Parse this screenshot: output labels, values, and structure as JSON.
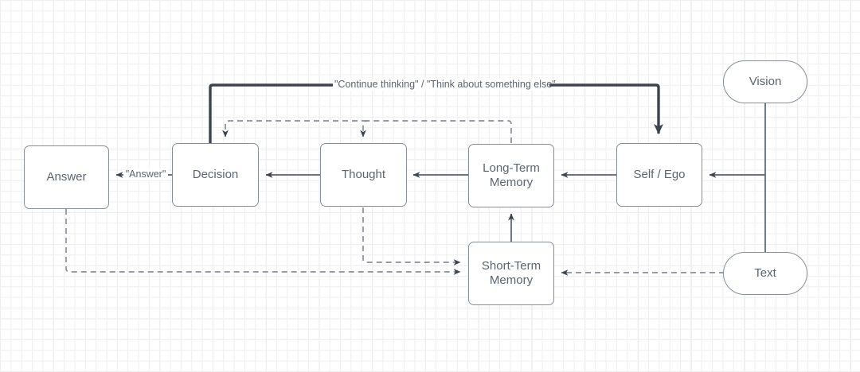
{
  "diagram": {
    "type": "flowchart",
    "background": "grid-canvas",
    "colors": {
      "node_border": "#868e9c",
      "node_fill": "#ffffff",
      "text": "#5c6470",
      "edge": "#6b7280",
      "edge_emphasis": "#3d4450",
      "grid_minor": "#efefef",
      "grid_major": "#e3e3e3"
    },
    "nodes": [
      {
        "id": "answer",
        "label": "Answer",
        "shape": "rounded-rect"
      },
      {
        "id": "decision",
        "label": "Decision",
        "shape": "rounded-rect"
      },
      {
        "id": "thought",
        "label": "Thought",
        "shape": "rounded-rect"
      },
      {
        "id": "ltm",
        "label": "Long-Term\nMemory",
        "shape": "rounded-rect"
      },
      {
        "id": "self",
        "label": "Self / Ego",
        "shape": "rounded-rect"
      },
      {
        "id": "stm",
        "label": "Short-Term\nMemory",
        "shape": "rounded-rect"
      },
      {
        "id": "vision",
        "label": "Vision",
        "shape": "pill"
      },
      {
        "id": "text",
        "label": "Text",
        "shape": "pill"
      }
    ],
    "edge_labels": {
      "continue_thinking": "\"Continue thinking\" / \"Think about something else\"",
      "answer": "\"Answer\""
    },
    "edges": [
      {
        "from": "decision",
        "to": "answer",
        "style": "solid",
        "label": "\"Answer\""
      },
      {
        "from": "thought",
        "to": "decision",
        "style": "solid",
        "label": ""
      },
      {
        "from": "ltm",
        "to": "thought",
        "style": "solid",
        "label": ""
      },
      {
        "from": "self",
        "to": "ltm",
        "style": "solid",
        "label": ""
      },
      {
        "from": "vision",
        "to": "self",
        "style": "solid",
        "label": ""
      },
      {
        "from": "text",
        "to": "self",
        "style": "solid",
        "label": ""
      },
      {
        "from": "decision",
        "to": "self",
        "style": "solid-emphasis",
        "label": "\"Continue thinking\" / \"Think about something else\""
      },
      {
        "from": "ltm",
        "to": "thought",
        "style": "dashed",
        "label": ""
      },
      {
        "from": "ltm",
        "to": "decision",
        "style": "dashed",
        "label": ""
      },
      {
        "from": "answer",
        "to": "stm",
        "style": "dashed",
        "label": ""
      },
      {
        "from": "thought",
        "to": "stm",
        "style": "dashed",
        "label": ""
      },
      {
        "from": "text",
        "to": "stm",
        "style": "dashed",
        "label": ""
      },
      {
        "from": "stm",
        "to": "ltm",
        "style": "solid",
        "label": ""
      }
    ]
  }
}
